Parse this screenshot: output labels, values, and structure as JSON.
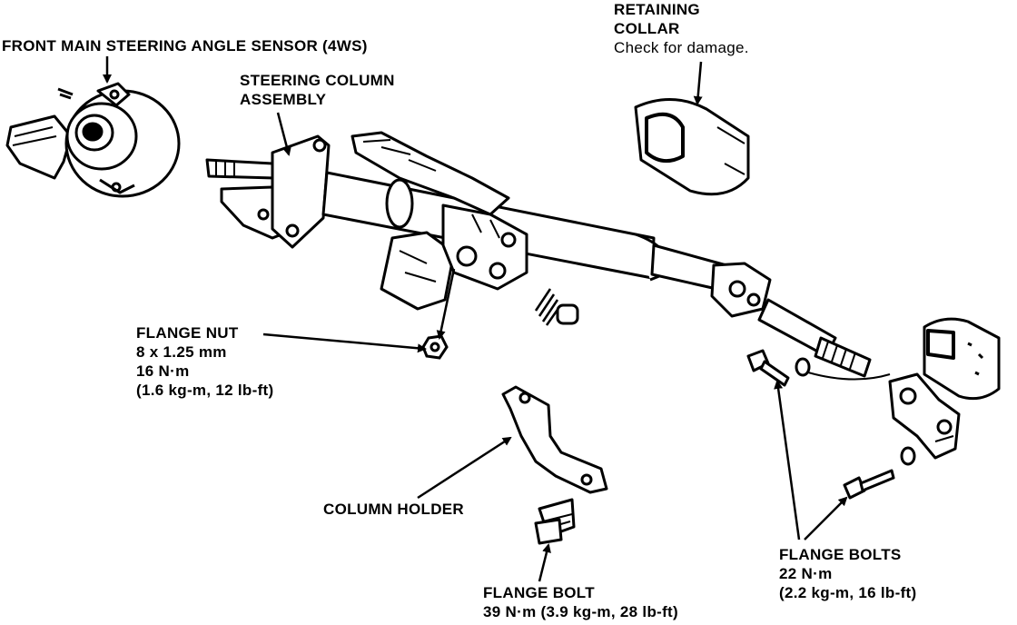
{
  "labels": {
    "front_sensor": "FRONT MAIN STEERING ANGLE SENSOR (4WS)",
    "steering_column": [
      "STEERING COLUMN",
      "ASSEMBLY"
    ],
    "retaining_collar": [
      "RETAINING",
      "COLLAR",
      "Check for damage."
    ],
    "flange_nut": [
      "FLANGE NUT",
      "8 x 1.25 mm",
      "16 N·m",
      "(1.6 kg-m, 12 lb-ft)"
    ],
    "column_holder": "COLUMN HOLDER",
    "flange_bolt": [
      "FLANGE BOLT",
      "39 N·m (3.9 kg-m, 28 lb-ft)"
    ],
    "flange_bolts": [
      "FLANGE BOLTS",
      "22 N·m",
      "(2.2 kg-m, 16 lb-ft)"
    ]
  }
}
